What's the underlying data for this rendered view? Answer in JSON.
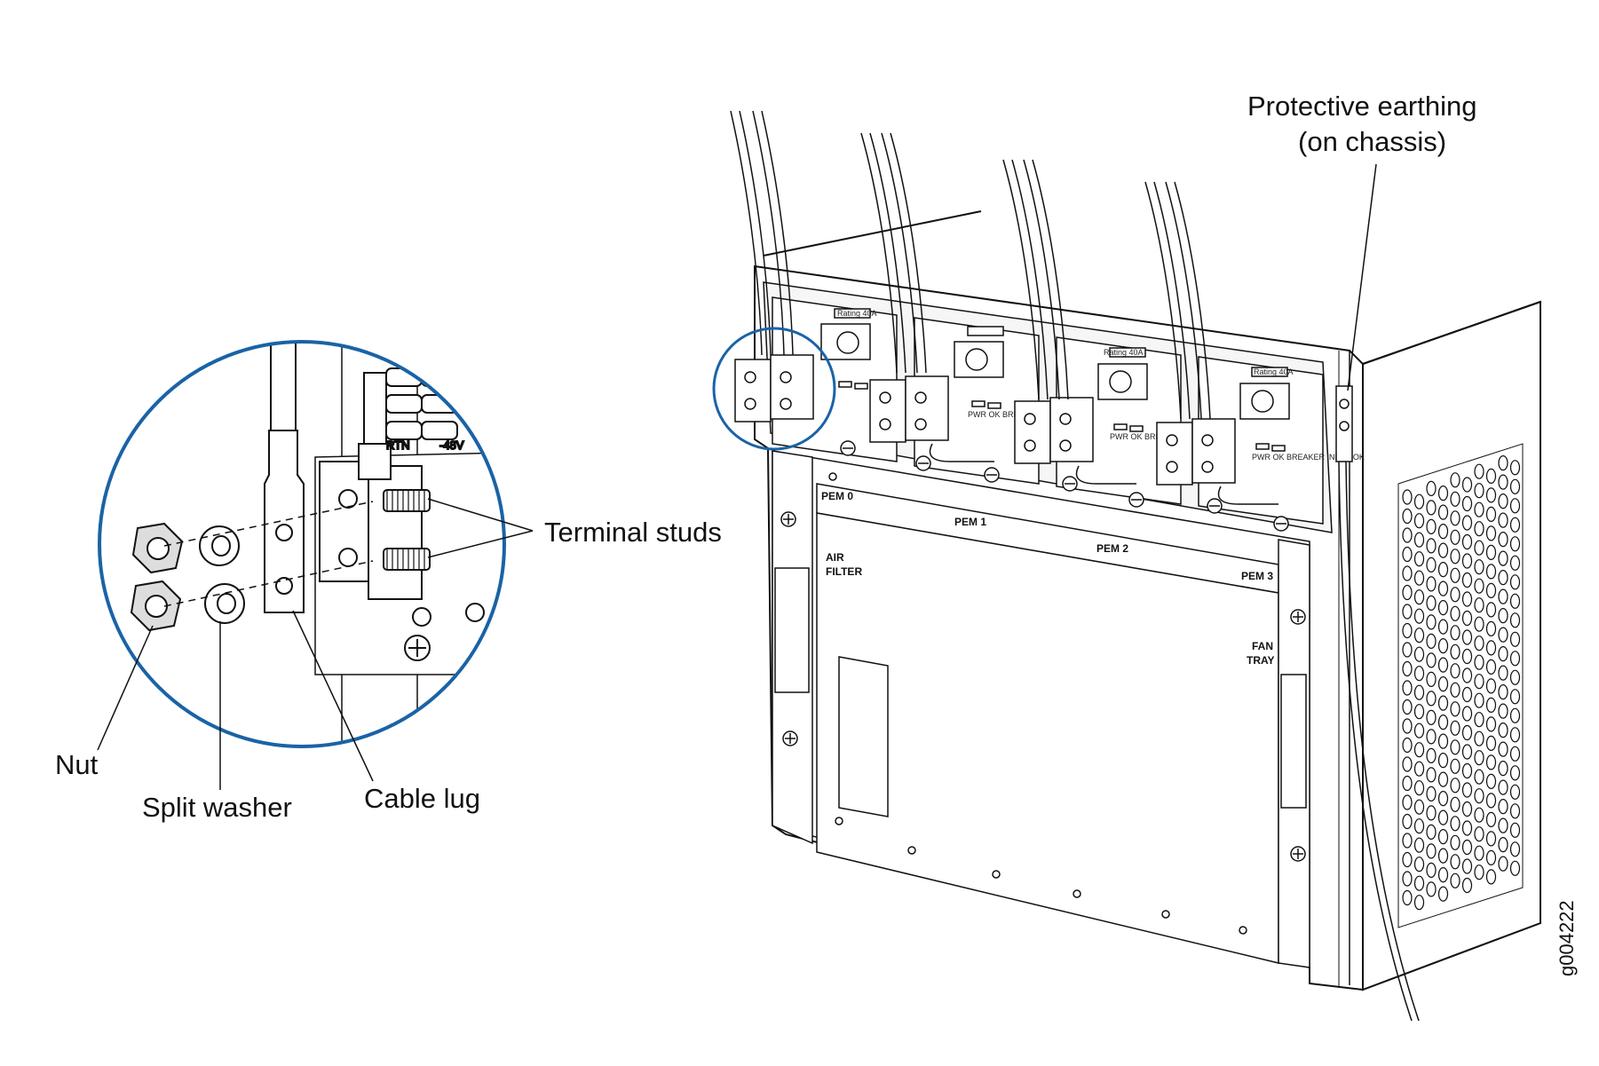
{
  "callouts": {
    "protective_earthing_line1": "Protective earthing",
    "protective_earthing_line2": "(on chassis)",
    "terminal_studs": "Terminal studs",
    "nut": "Nut",
    "split_washer": "Split washer",
    "cable_lug": "Cable lug"
  },
  "panel_labels": {
    "pem0": "PEM 0",
    "pem1": "PEM 1",
    "pem2": "PEM 2",
    "pem3": "PEM 3",
    "air_filter_line1": "AIR",
    "air_filter_line2": "FILTER",
    "fan_tray_line1": "FAN",
    "fan_tray_line2": "TRAY"
  },
  "terminal_marking": {
    "rtn": "RTN",
    "neg48v": "-48V"
  },
  "module_tiny_text": {
    "rating": "Rating 40A",
    "led_row": "PWR OK BREAKER INPUT OK"
  },
  "figure_id": "g004222",
  "colors": {
    "ink": "#111111",
    "detail_circle": "#1a63a6",
    "background": "#ffffff"
  }
}
